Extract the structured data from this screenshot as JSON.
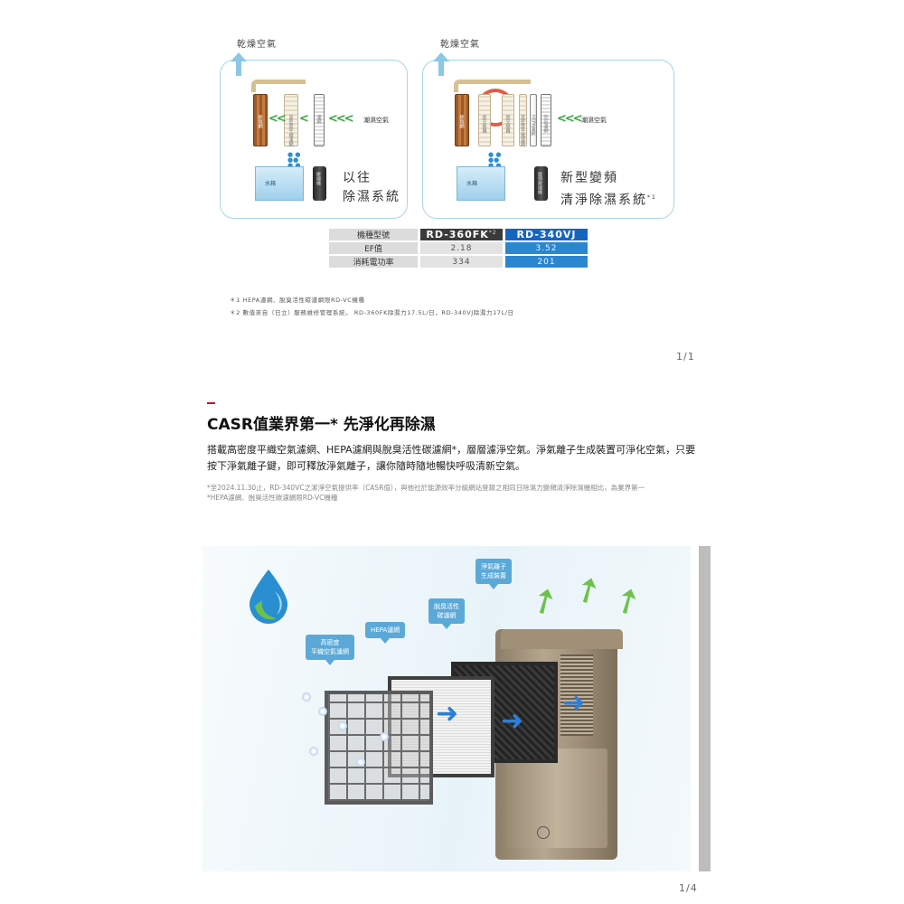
{
  "diagram_old": {
    "dry_air": "乾燥空氣",
    "humid_air": "潮濕空氣",
    "filters": [
      "除臭網",
      "高密度平織濾網",
      "濾網"
    ],
    "tank": "水箱",
    "compressor": "壓縮機",
    "title_line1": "以往",
    "title_line2": "除濕系統"
  },
  "diagram_new": {
    "dry_air": "乾燥空氣",
    "humid_air": "潮濕空氣",
    "filters": [
      "除臭網",
      "熱交換器",
      "熱交換器",
      "高密度平織濾網",
      "HEPA濾網",
      "空氣濾網"
    ],
    "tank": "水箱",
    "compressor": "變頻壓縮機",
    "title_line1": "新型變頻",
    "title_line2": "清淨除濕系統",
    "title_mark": "*1"
  },
  "spec_table": {
    "header_label": "機種型號",
    "model_old": "RD-360FK",
    "model_old_mark": "*2",
    "model_new": "RD-340VJ",
    "rows": [
      {
        "label": "EF值",
        "old": "2.18",
        "new": "3.52"
      },
      {
        "label": "消耗電功率",
        "old": "334",
        "new": "201"
      }
    ]
  },
  "notes_top": [
    "＊1 HEPA濾網、脫臭活性碳濾網限RD-VC機種",
    "＊2 數值來自（日立）服務維修管理系統。 RD-360FK除濕力17.5L/日，RD-340VJ除濕力17L/日"
  ],
  "page_top": "1/1",
  "section": {
    "title": "CASR值業界第一* 先淨化再除濕",
    "body": "搭載高密度平織空氣濾網、HEPA濾網與脫臭活性碳濾網*，層層濾淨空氣。淨氣離子生成裝置可淨化空氣，只要按下淨氣離子鍵，即可釋放淨氣離子，讓你隨時隨地暢快呼吸清新空氣。",
    "note1": "*至2024.11.30止，RD-340VC之潔淨空氣提供率（CASR值），與他社於能源效率分級網站登錄之相同日除濕力變頻清淨除濕機相比，為業界第一",
    "note2": "*HEPA濾網、脫臭活性碳濾網限RD-VC機種"
  },
  "illustration": {
    "bubble_prefilter": "高密度\n平織空氣濾網",
    "bubble_hepa": "HEPA濾網",
    "bubble_carbon": "脫臭活性\n碳濾網",
    "bubble_ion": "淨氣離子\n生成裝置"
  },
  "page_bottom": "1/4"
}
